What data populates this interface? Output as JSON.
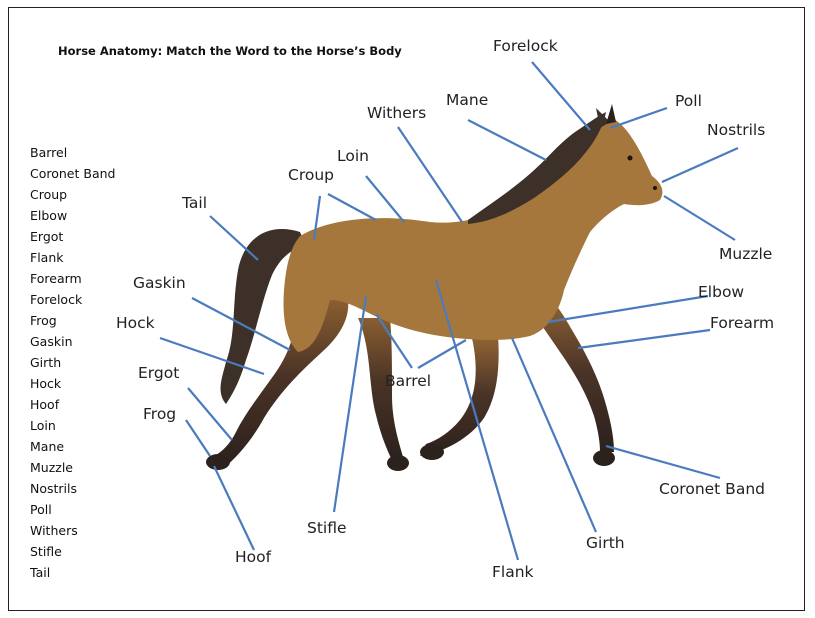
{
  "title": "Horse Anatomy: Match the Word to the Horse’s Body",
  "word_list": [
    "Barrel",
    "Coronet Band",
    "Croup",
    "Elbow",
    "Ergot",
    "Flank",
    "Forearm",
    "Forelock",
    "Frog",
    "Gaskin",
    "Girth",
    "Hock",
    "Hoof",
    "Loin",
    "Mane",
    "Muzzle",
    "Nostrils",
    "Poll",
    "Withers",
    "Stifle",
    "Tail"
  ],
  "labels": {
    "forelock": "Forelock",
    "mane": "Mane",
    "poll": "Poll",
    "withers": "Withers",
    "nostrils": "Nostrils",
    "loin": "Loin",
    "croup": "Croup",
    "tail": "Tail",
    "muzzle": "Muzzle",
    "gaskin": "Gaskin",
    "elbow": "Elbow",
    "hock": "Hock",
    "forearm": "Forearm",
    "ergot": "Ergot",
    "barrel": "Barrel",
    "frog": "Frog",
    "coronet_band": "Coronet Band",
    "stifle": "Stifle",
    "girth": "Girth",
    "hoof": "Hoof",
    "flank": "Flank"
  },
  "colors": {
    "body": "#a6773c",
    "mane": "#3c3028",
    "leg_dark": "#2f2520",
    "arrow": "#4a7bbf"
  }
}
